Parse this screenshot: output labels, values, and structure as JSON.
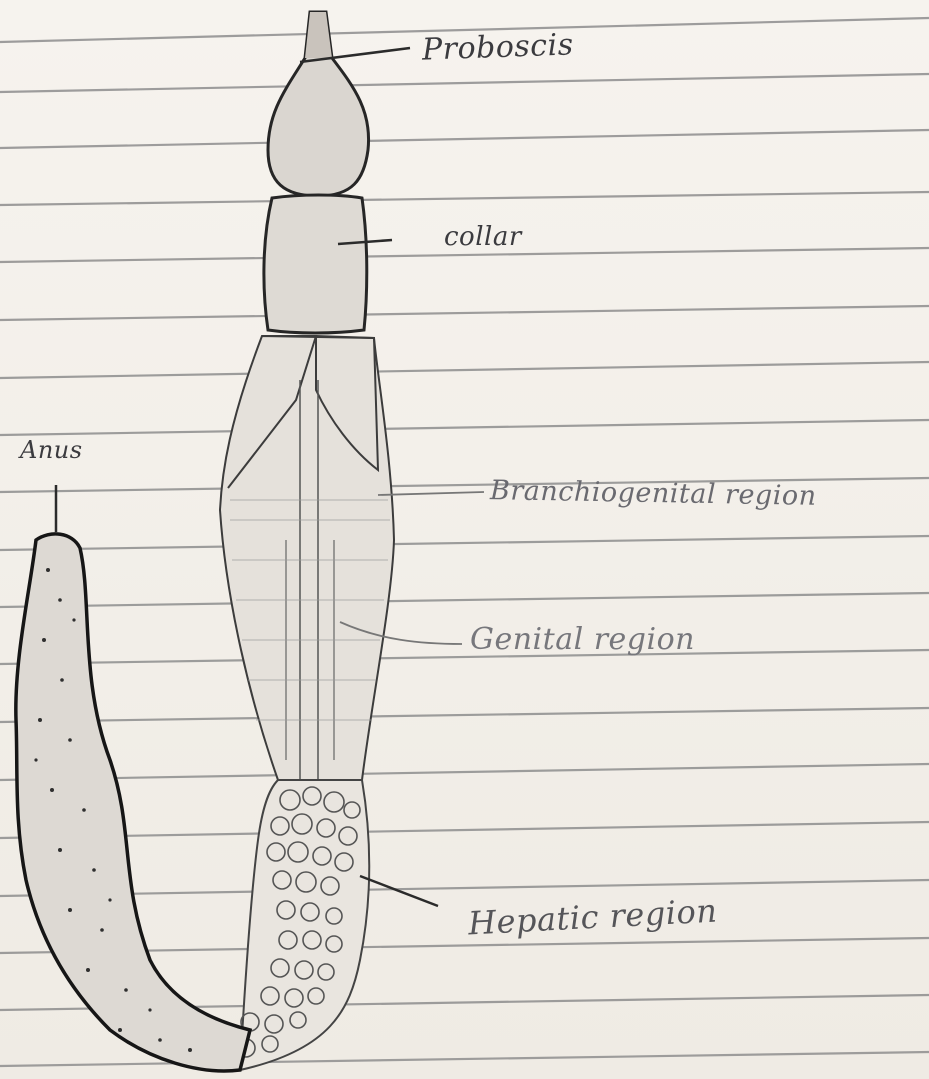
{
  "labels": {
    "proboscis": "Proboscis",
    "collar": "collar",
    "anus": "Anus",
    "branchiogenital": "Branchiogenital region",
    "genital": "Genital region",
    "hepatic": "Hepatic region"
  },
  "colors": {
    "paper": "#f4f1ec",
    "ruled_line": "#9c9c9c",
    "pencil": "#2a2a2a"
  }
}
